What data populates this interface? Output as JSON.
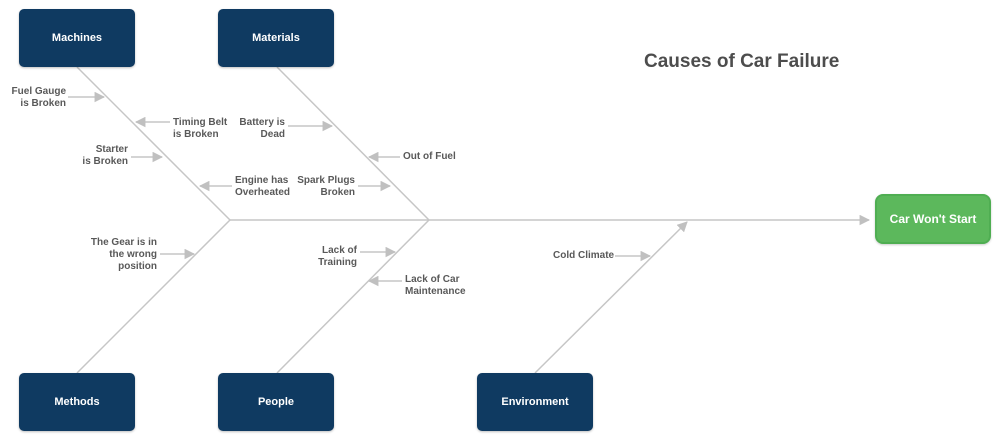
{
  "title": "Causes of Car Failure",
  "effect": {
    "label": "Car Won't Start"
  },
  "categories": [
    {
      "label": "Machines"
    },
    {
      "label": "Materials"
    },
    {
      "label": "Methods"
    },
    {
      "label": "People"
    },
    {
      "label": "Environment"
    }
  ],
  "causes": [
    {
      "category": "Machines",
      "label": "Fuel Gauge\nis Broken"
    },
    {
      "category": "Machines",
      "label": "Timing Belt\nis Broken"
    },
    {
      "category": "Machines",
      "label": "Starter\nis Broken"
    },
    {
      "category": "Machines",
      "label": "Engine has\nOverheated"
    },
    {
      "category": "Materials",
      "label": "Battery is\nDead"
    },
    {
      "category": "Materials",
      "label": "Out of Fuel"
    },
    {
      "category": "Materials",
      "label": "Spark Plugs\nBroken"
    },
    {
      "category": "Methods",
      "label": "The Gear is in\nthe wrong\nposition"
    },
    {
      "category": "People",
      "label": "Lack of\nTraining"
    },
    {
      "category": "People",
      "label": "Lack of Car\nMaintenance"
    },
    {
      "category": "Environment",
      "label": "Cold Climate"
    }
  ],
  "colors": {
    "category_box": "#0f3a61",
    "effect_box": "#5cb85c",
    "effect_box_border": "#4fae52",
    "bone_line": "#c6c6c6",
    "cause_text": "#595959",
    "title_text": "#4d4d4d"
  }
}
